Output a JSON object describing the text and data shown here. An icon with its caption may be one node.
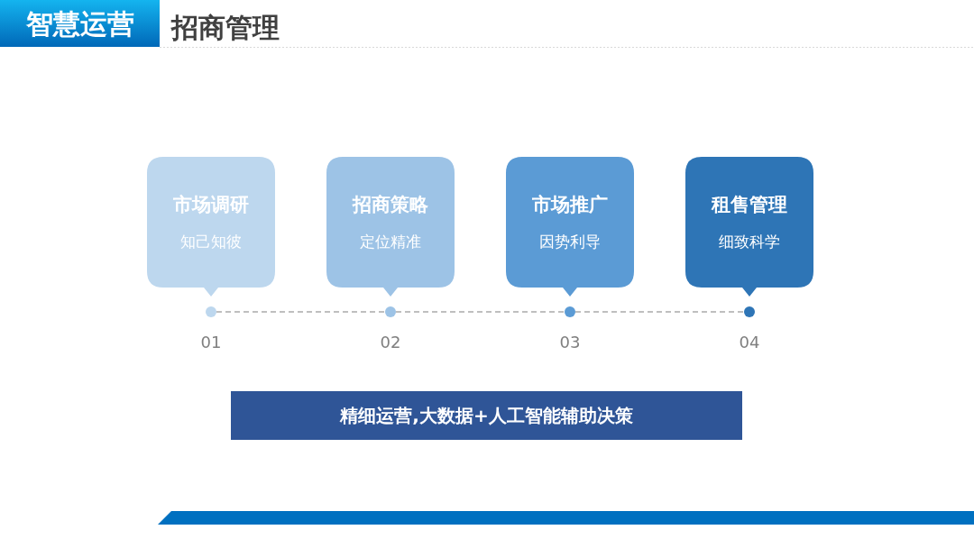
{
  "diagram": {
    "title": "招商管理",
    "nodes": [
      {
        "text": [
          "智慧运营"
        ]
      },
      {
        "text": [
          "市场调研",
          "知己知彼"
        ]
      },
      {
        "text": [
          "招商策略",
          "定位精准"
        ]
      },
      {
        "text": [
          "市场推广",
          "因势利导"
        ]
      },
      {
        "text": [
          "租售管理",
          "细致科学"
        ]
      },
      {
        "text": [],
        "shape": "circle",
        "beside": [
          "01"
        ]
      },
      {
        "text": [],
        "shape": "circle",
        "beside": [
          "02"
        ]
      },
      {
        "text": [],
        "shape": "circle",
        "beside": [
          "03"
        ]
      },
      {
        "text": [],
        "shape": "circle",
        "beside": [
          "04"
        ]
      },
      {
        "text": [
          "精细运营,大数据+人工智能辅助决策"
        ]
      }
    ],
    "edges": [
      {
        "from": 5,
        "to": 6,
        "arrow": "none",
        "style": "dashed"
      },
      {
        "from": 6,
        "to": 7,
        "arrow": "none",
        "style": "dashed"
      },
      {
        "from": 7,
        "to": 8,
        "arrow": "none",
        "style": "dashed"
      }
    ]
  }
}
